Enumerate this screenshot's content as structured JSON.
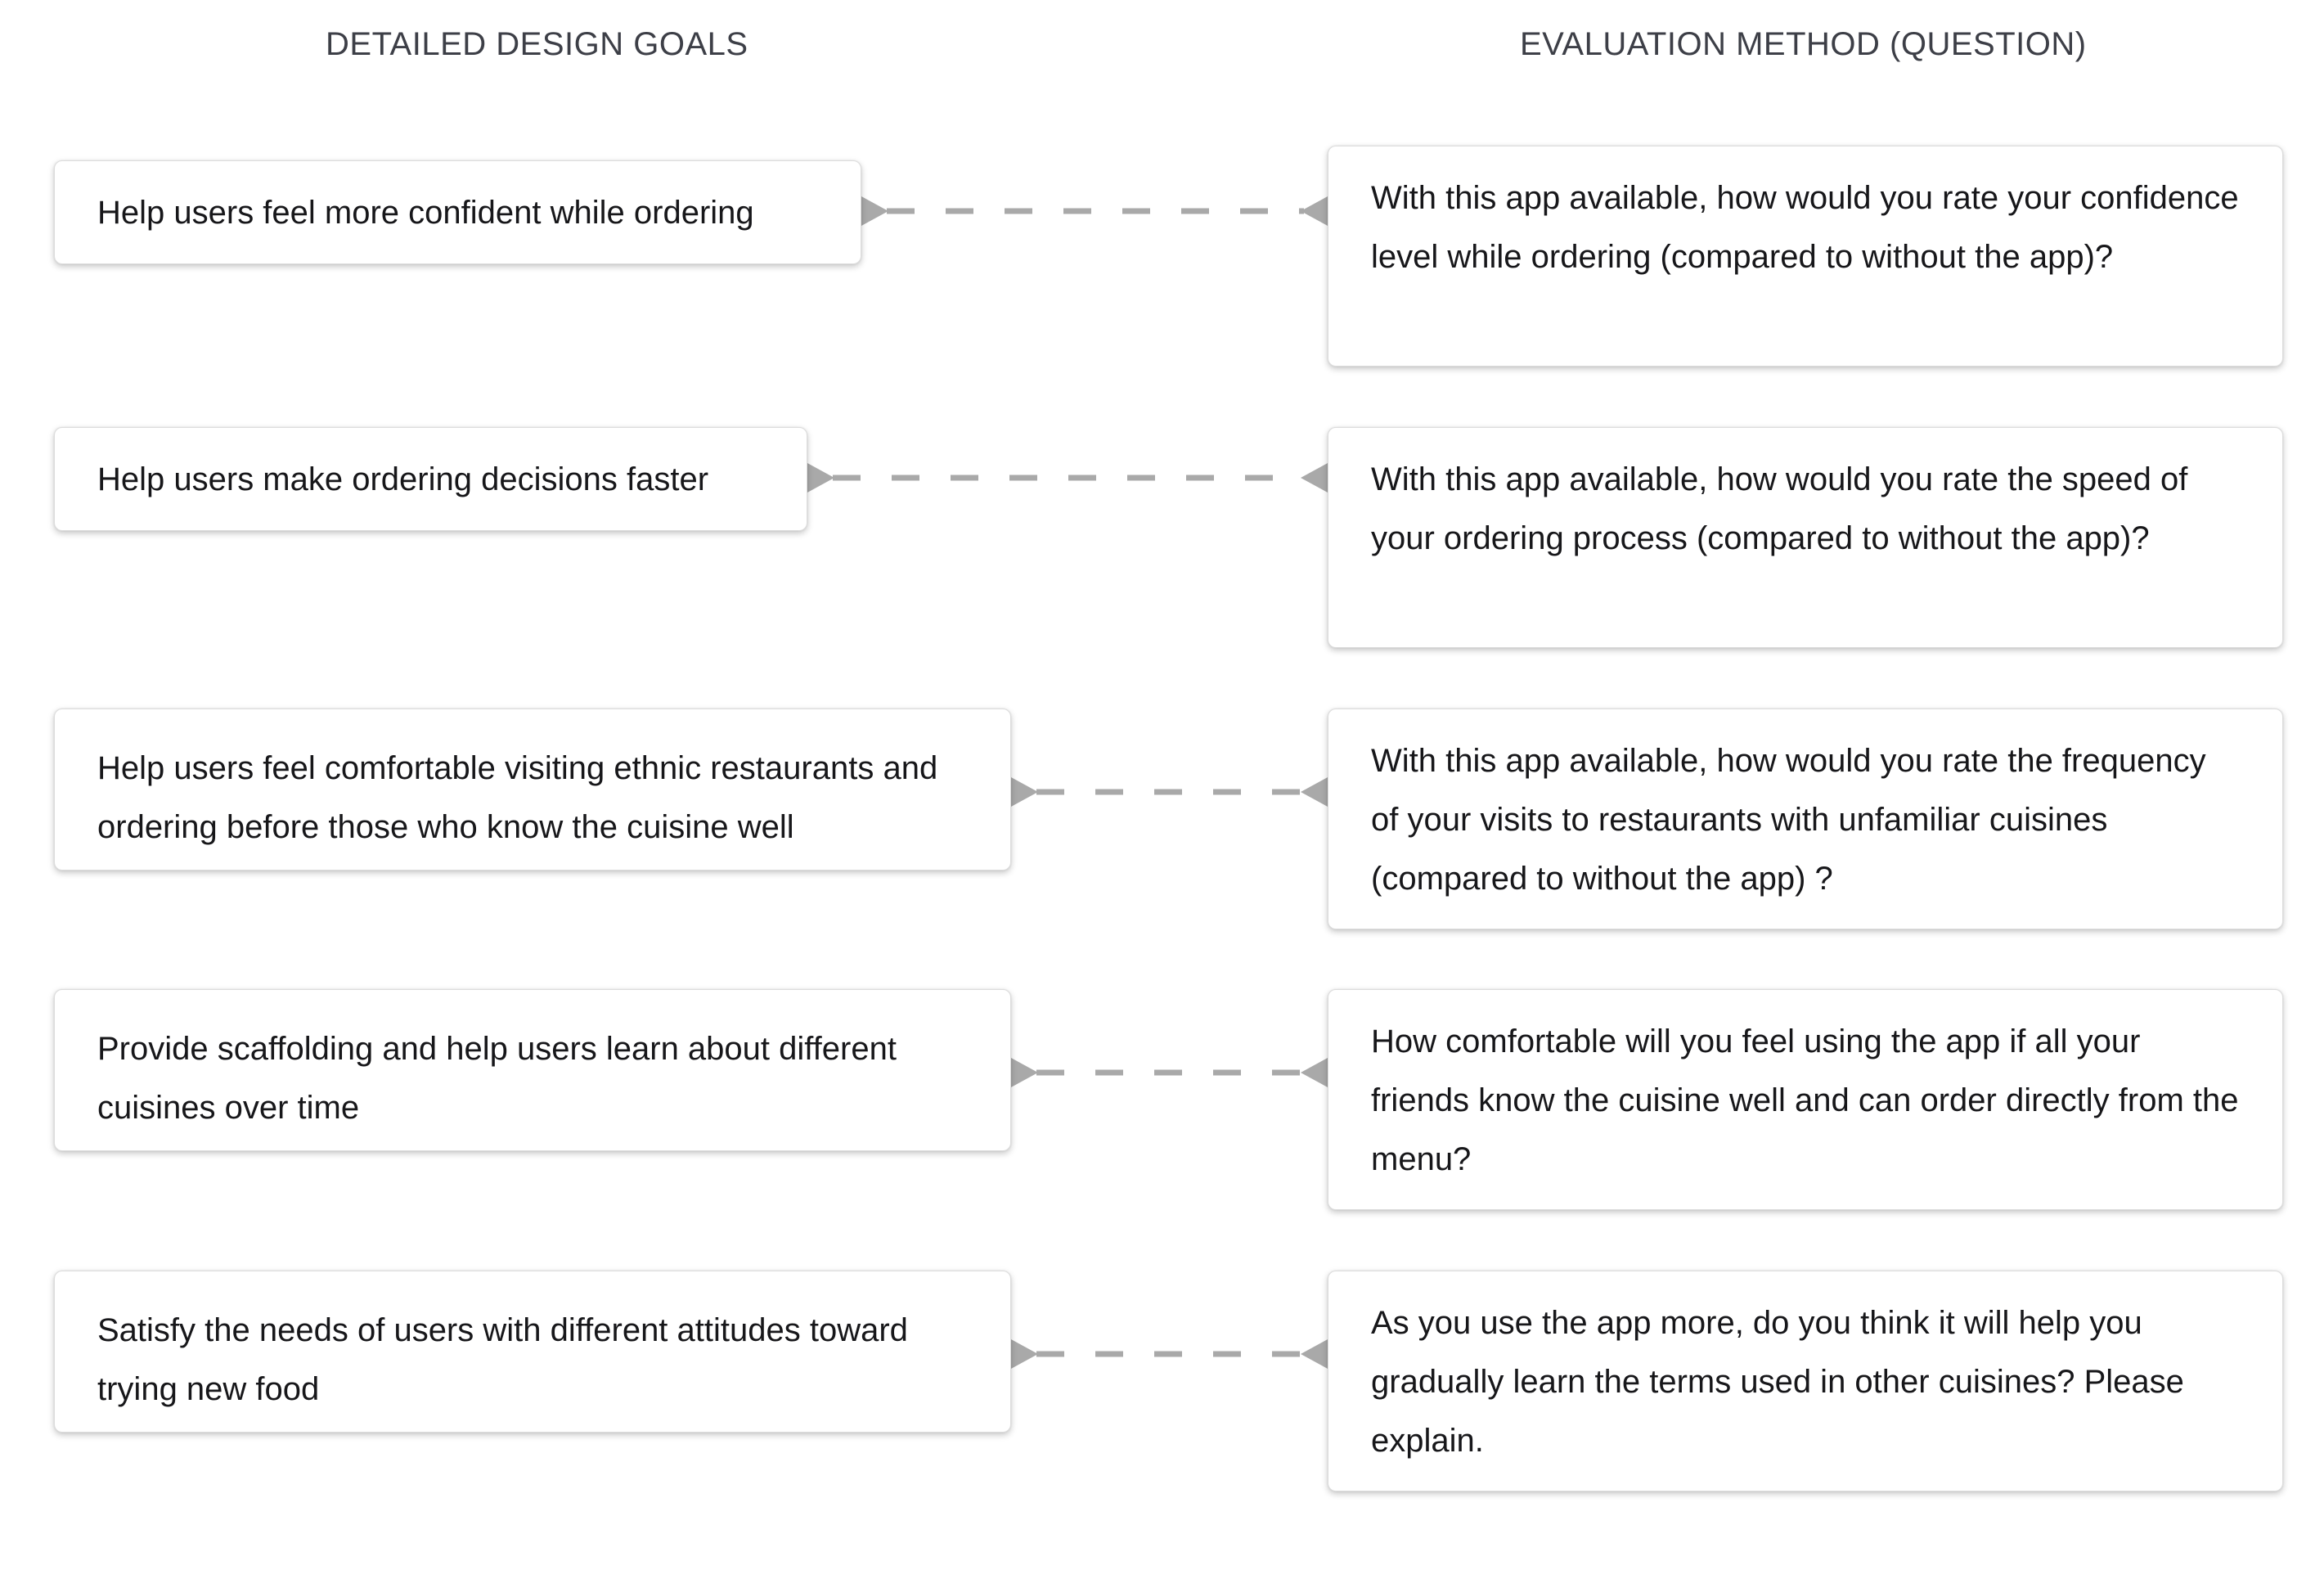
{
  "headers": {
    "left": "DETAILED DESIGN GOALS",
    "right": "EVALUATION METHOD (QUESTION)"
  },
  "goals": [
    {
      "label": "Help users feel more confident while ordering"
    },
    {
      "label": "Help users make ordering decisions faster"
    },
    {
      "label": "Help users feel comfortable visiting ethnic restaurants and ordering before those who know the cuisine well"
    },
    {
      "label": "Provide scaffolding and help users learn about different cuisines over time"
    },
    {
      "label": "Satisfy the needs of users with different attitudes toward trying new food"
    }
  ],
  "questions": [
    {
      "label": "With this app available, how would you rate your confidence level while ordering (compared to without the app)?"
    },
    {
      "label": "With this app available, how would you rate the speed of your ordering process (compared to without the app)?"
    },
    {
      "label": "With this app available, how would you rate the frequency of your visits to restaurants with unfamiliar cuisines (compared to without the app) ?"
    },
    {
      "label": "How comfortable will you feel using the app if all your friends know the cuisine well and can order directly from the menu?"
    },
    {
      "label": "As you use the app more, do you think it will help you gradually learn the terms used in other cuisines? Please explain."
    }
  ],
  "colors": {
    "connector": "#a9a9a9",
    "header_text": "#3d3f47",
    "card_border": "#dcdcdc"
  }
}
